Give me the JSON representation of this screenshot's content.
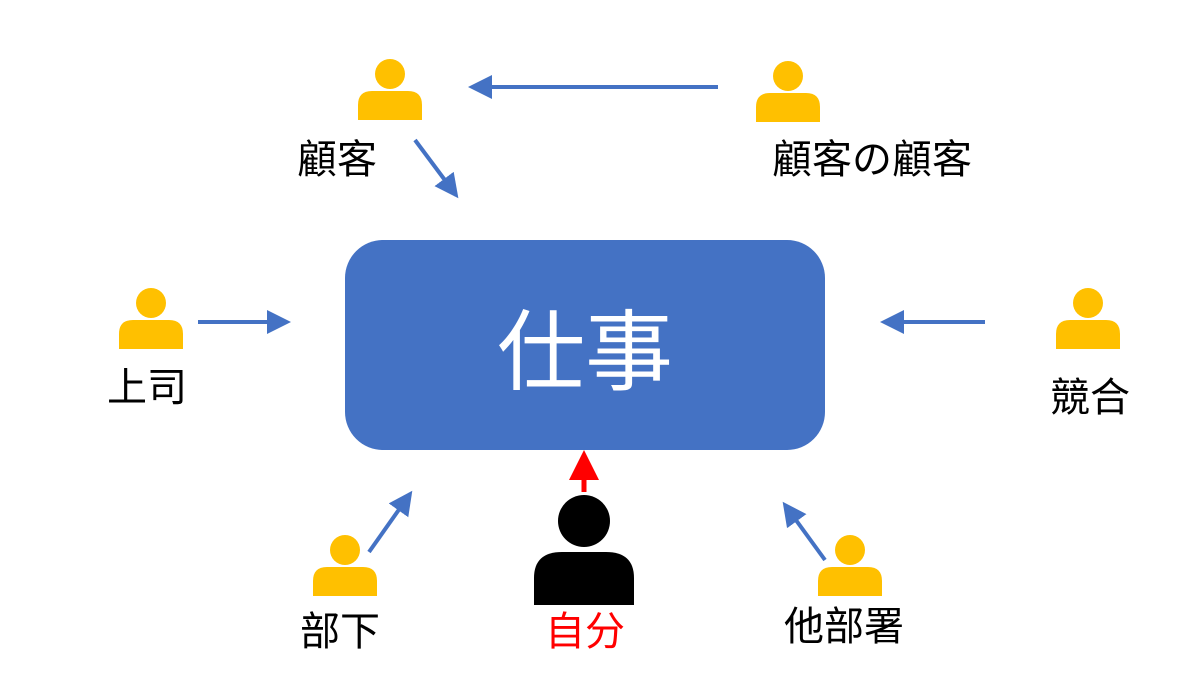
{
  "center": {
    "label": "仕事",
    "fill": "#4472C4"
  },
  "colors": {
    "person": "#FFC000",
    "self": "#000000",
    "arrow": "#4472C4",
    "self_arrow": "#FF0000",
    "self_label": "#FF0000"
  },
  "people": {
    "customer": {
      "label": "顧客",
      "icon": "person-icon"
    },
    "customers_customer": {
      "label": "顧客の顧客",
      "icon": "person-icon"
    },
    "boss": {
      "label": "上司",
      "icon": "person-icon"
    },
    "competitor": {
      "label": "競合",
      "icon": "person-icon"
    },
    "subordinate": {
      "label": "部下",
      "icon": "person-icon"
    },
    "self": {
      "label": "自分",
      "icon": "person-icon"
    },
    "other_department": {
      "label": "他部署",
      "icon": "person-icon"
    }
  }
}
